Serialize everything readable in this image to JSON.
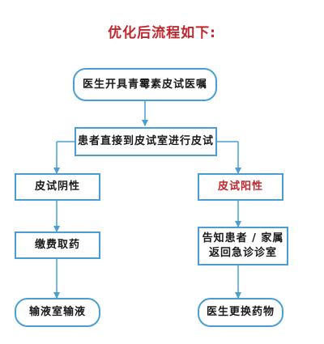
{
  "title": "优化后流程如下:",
  "nodes": {
    "start": "医生开具青霉素皮试医嘱",
    "test": "患者直接到皮试室进行皮试",
    "negative": "皮试阴性",
    "positive": "皮试阳性",
    "pay": "缴费取药",
    "notify_line1": "告知患者 / 家属",
    "notify_line2": "返回急诊诊室",
    "infusion": "输液室输液",
    "change": "医生更换药物"
  },
  "colors": {
    "title": "#c2272d",
    "border": "#4a9ed6",
    "arrow": "#4a9ed6",
    "positive_text": "#c2272d"
  }
}
